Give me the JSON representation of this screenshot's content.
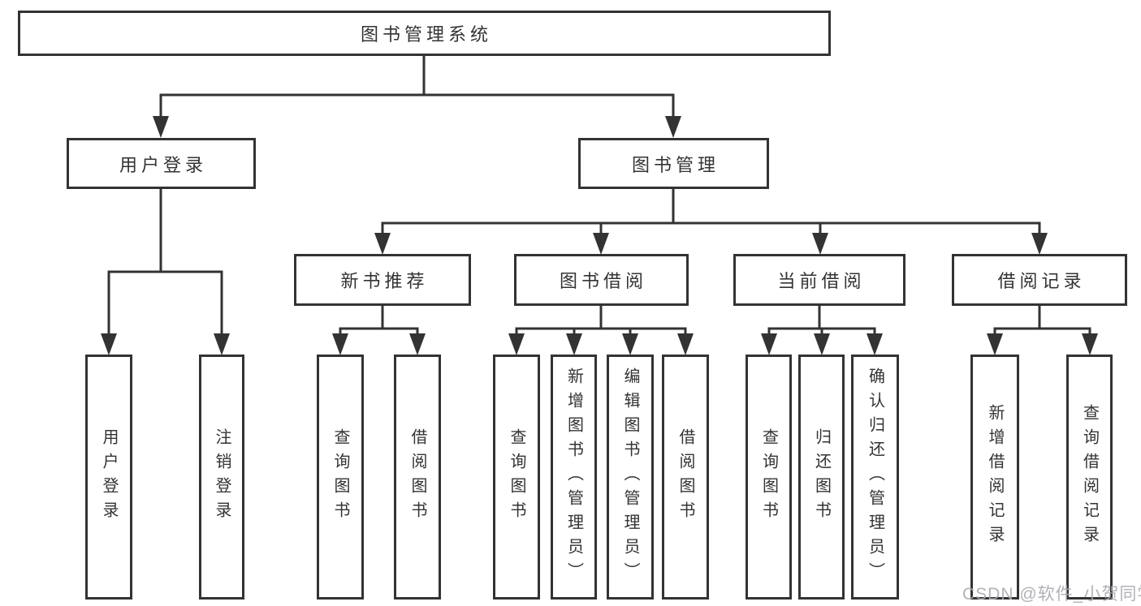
{
  "nodes": {
    "root": "图书管理系统",
    "user_login": "用户登录",
    "book_management": "图书管理",
    "new_book_recommend": "新书推荐",
    "book_borrow": "图书借阅",
    "current_borrow": "当前借阅",
    "borrow_records": "借阅记录",
    "leaf_user_login": "用户登录",
    "leaf_logout": "注销登录",
    "leaf_rec_query_book": "查询图书",
    "leaf_rec_borrow_book": "借阅图书",
    "leaf_bb_query_book": "查询图书",
    "leaf_bb_add_book": "新增图书（管理员）",
    "leaf_bb_edit_book": "编辑图书（管理员）",
    "leaf_bb_borrow_book": "借阅图书",
    "leaf_cb_query_book": "查询图书",
    "leaf_cb_return_book": "归还图书",
    "leaf_cb_confirm_return": "确认归还（管理员）",
    "leaf_br_add_record": "新增借阅记录",
    "leaf_br_query_record": "查询借阅记录"
  },
  "watermark": "CSDN @软件_小贺同学",
  "colors": {
    "line": "#333333",
    "text": "#333333",
    "watermark": "#a9a9b0",
    "background": "#ffffff"
  }
}
